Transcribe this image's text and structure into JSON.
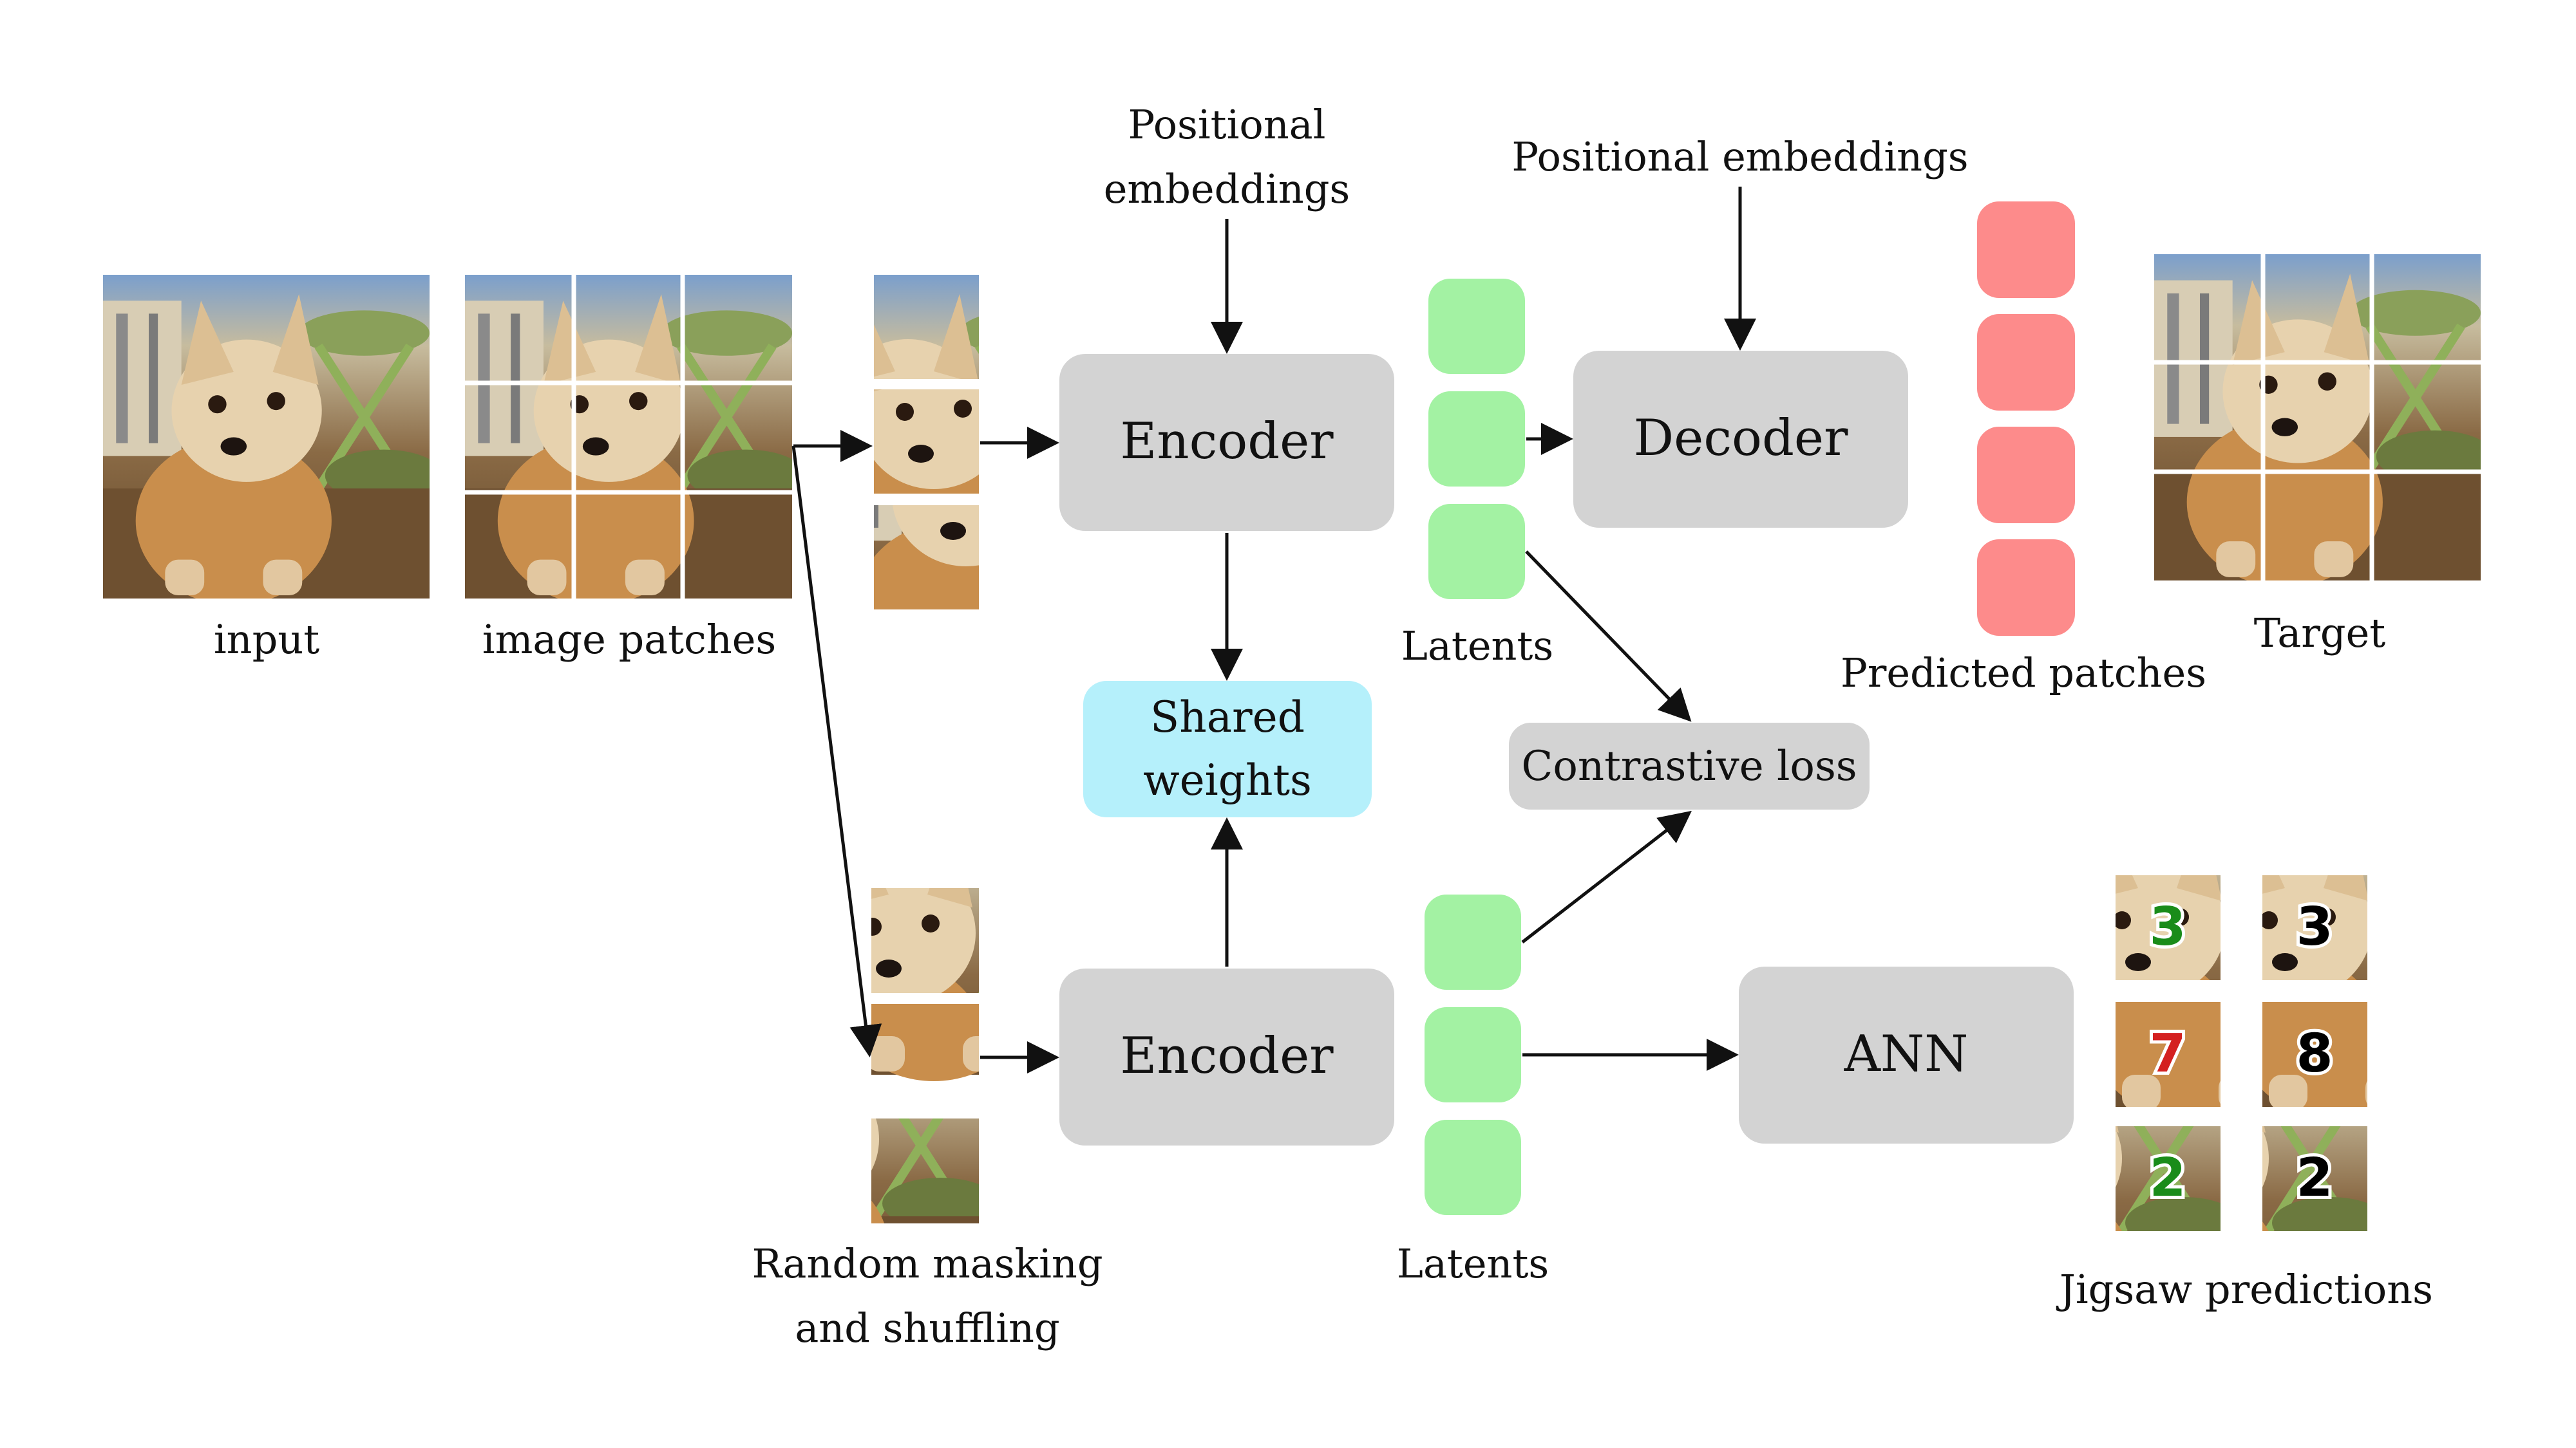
{
  "labels": {
    "input": "input",
    "image_patches": "image patches",
    "random_masking_1": "Random masking",
    "random_masking_2": "and shuffling",
    "pos_emb_enc_1": "Positional",
    "pos_emb_enc_2": "embeddings",
    "pos_emb_dec": "Positional embeddings",
    "latents_top": "Latents",
    "latents_bottom": "Latents",
    "predicted_patches": "Predicted patches",
    "target": "Target",
    "jigsaw_predictions": "Jigsaw predictions"
  },
  "boxes": {
    "encoder_top": "Encoder",
    "encoder_bottom": "Encoder",
    "decoder": "Decoder",
    "shared_weights_1": "Shared",
    "shared_weights_2": "weights",
    "contrastive_loss": "Contrastive loss",
    "ann": "ANN"
  },
  "jigsaw": {
    "predicted": [
      "3",
      "7",
      "2"
    ],
    "actual": [
      "3",
      "8",
      "2"
    ]
  },
  "colors": {
    "encoder_box": "#d3d3d3",
    "shared_weights_box": "#b5f0fb",
    "latent_token": "#a3f2a3",
    "predicted_patch": "#fd8b8b",
    "correct_prediction": "#1a8c1a",
    "wrong_prediction": "#d42020",
    "ground_truth": "#000000"
  }
}
